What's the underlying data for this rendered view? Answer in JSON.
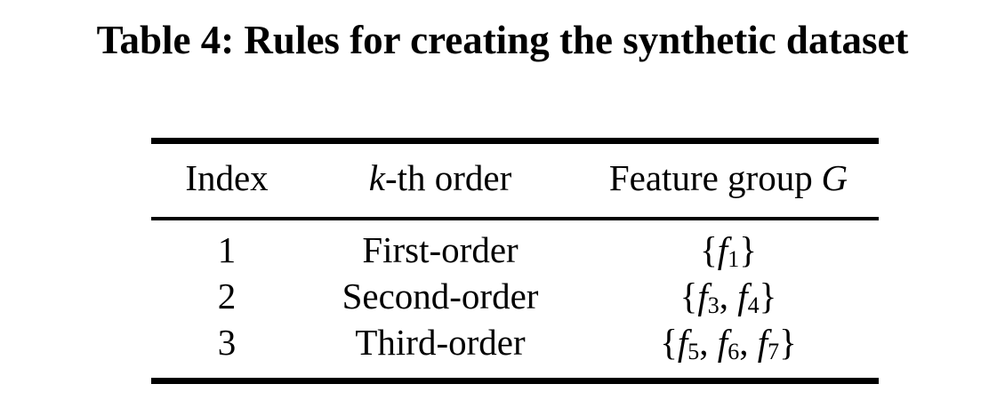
{
  "title": "Table 4: Rules for creating the synthetic dataset",
  "table": {
    "columns": {
      "index": "Index",
      "order_k": "k",
      "order_rest": "-th order",
      "group_text": "Feature group",
      "group_g": "G"
    },
    "feature_symbol": "f",
    "brace_open": "{",
    "brace_close": "}",
    "separator": ", ",
    "rows": [
      {
        "index": "1",
        "order": "First-order",
        "features": [
          "1"
        ]
      },
      {
        "index": "2",
        "order": "Second-order",
        "features": [
          "3",
          "4"
        ]
      },
      {
        "index": "3",
        "order": "Third-order",
        "features": [
          "5",
          "6",
          "7"
        ]
      }
    ]
  },
  "colors": {
    "background": "#ffffff",
    "text": "#000000",
    "rule": "#000000"
  }
}
